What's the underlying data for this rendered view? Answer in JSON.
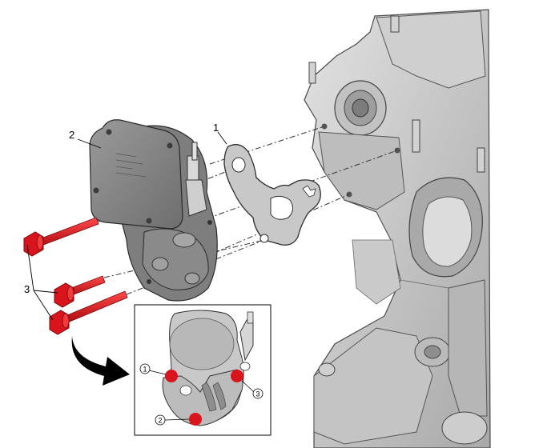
{
  "callouts": {
    "gasket": "1",
    "vacuum_pump": "2",
    "bolts": "3"
  },
  "detail_inset": {
    "order_1": "1",
    "order_2": "2",
    "order_3": "3"
  },
  "colors": {
    "bolt": "#d8141c",
    "metal_dark": "#8c8c8c",
    "metal_mid": "#b4b4b4",
    "metal_light": "#d6d6d6",
    "outline": "#3a3a3a",
    "arrow": "#000000"
  },
  "icons": {
    "direction_arrow": "curved-arrow-icon",
    "bolt_location_marker": "red-dot-icon"
  }
}
